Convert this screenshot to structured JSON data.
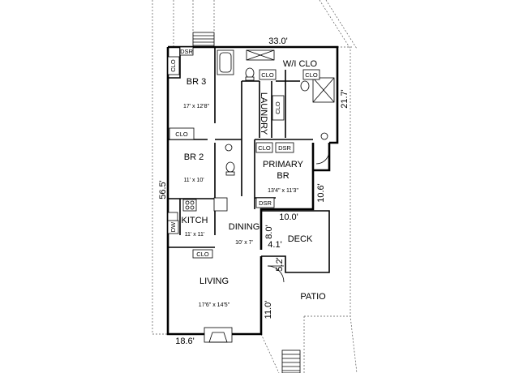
{
  "rooms": {
    "br3": {
      "name": "BR 3",
      "size": "17' x 12'8\""
    },
    "br2": {
      "name": "BR 2",
      "size": "11' x 10'"
    },
    "primary": {
      "name_line1": "PRIMARY",
      "name_line2": "BR",
      "size": "13'4\" x 11'3\""
    },
    "kitchen": {
      "name": "KITCH",
      "size": "11' x 11'"
    },
    "dining": {
      "name": "DINING",
      "size": "10' x 7'"
    },
    "living": {
      "name": "LIVING",
      "size": "17'6\" x 14'5\""
    },
    "wiclo": {
      "name": "W/I CLO"
    },
    "laundry": {
      "name": "LAUNDRY"
    },
    "deck": {
      "name": "DECK"
    },
    "patio": {
      "name": "PATIO"
    }
  },
  "fixtures": {
    "clo": "CLO",
    "dsr": "DSR",
    "dw": "DW"
  },
  "dimensions": {
    "top_width": "33.0'",
    "right_upper": "21.7'",
    "right_mid": "10.6'",
    "left_height": "56.5'",
    "deck_width": "10.0'",
    "deck_8": "8.0'",
    "deck_4": "4.1'",
    "deck_5": "5.2'",
    "living_right": "11.0'",
    "bottom_width": "18.6'"
  },
  "colors": {
    "wall": "#000000",
    "background": "#ffffff",
    "property_line": "#555555"
  }
}
